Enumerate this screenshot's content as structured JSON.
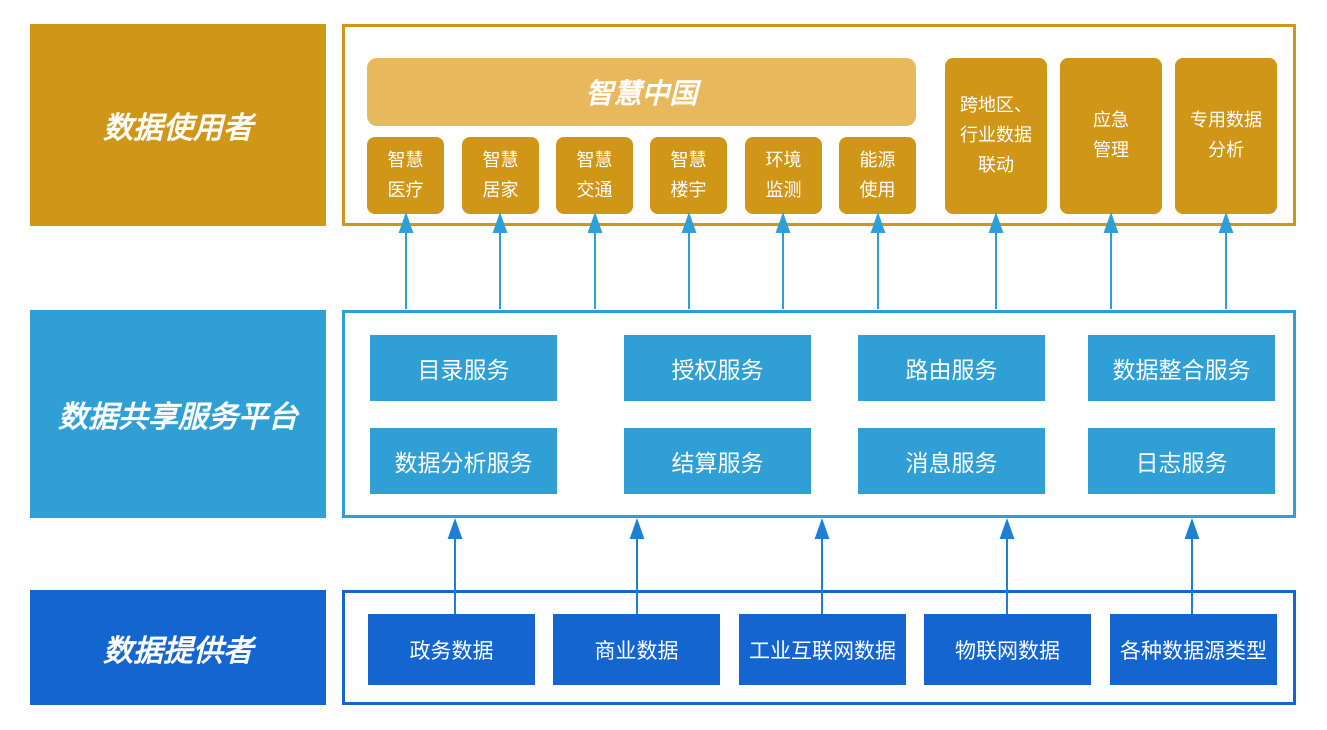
{
  "layers": {
    "users": "数据使用者",
    "platform": "数据共享服务平台",
    "providers": "数据提供者"
  },
  "users": {
    "banner": "智慧中国",
    "small": [
      "智慧\n医疗",
      "智慧\n居家",
      "智慧\n交通",
      "智慧\n楼宇",
      "环境\n监测",
      "能源\n使用"
    ],
    "large": [
      "跨地区、\n行业数据\n联动",
      "应急\n管理",
      "专用数据\n分析"
    ]
  },
  "platform": {
    "services": [
      "目录服务",
      "授权服务",
      "路由服务",
      "数据整合服务",
      "数据分析服务",
      "结算服务",
      "消息服务",
      "日志服务"
    ]
  },
  "providers": {
    "sources": [
      "政务数据",
      "商业数据",
      "工业互联网数据",
      "物联网数据",
      "各种数据源类型"
    ]
  },
  "colors": {
    "gold": "#cf9617",
    "gold_light": "#e8b95c",
    "blue": "#2f9fd6",
    "dark_blue": "#1565d1"
  }
}
